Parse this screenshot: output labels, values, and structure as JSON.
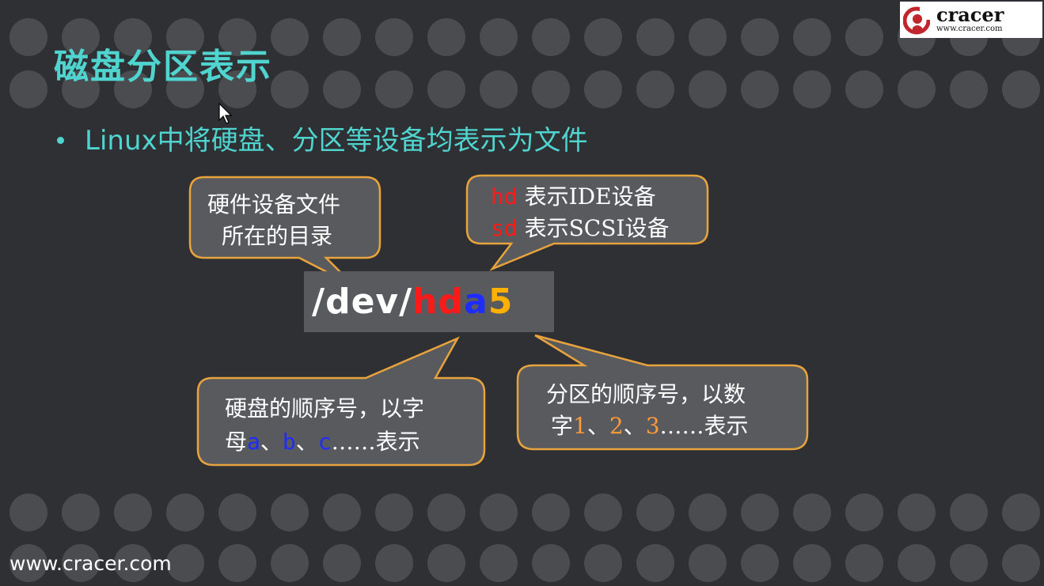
{
  "slide": {
    "title": "磁盘分区表示",
    "bullet": "Linux中将硬盘、分区等设备均表示为文件",
    "footer_url": "www.cracer.com"
  },
  "logo": {
    "name": "cracer",
    "url": "www.cracer.com"
  },
  "device_path": {
    "prefix": "/dev/",
    "type": "hd",
    "disk": "a",
    "partition": "5"
  },
  "callouts": {
    "directory": {
      "line1": "硬件设备文件",
      "line2": "所在的目录"
    },
    "device_type": {
      "hd_code": "hd",
      "hd_text": "表示IDE设备",
      "sd_code": "sd",
      "sd_text": "表示SCSI设备"
    },
    "disk_order": {
      "line1": "硬盘的顺序号，以字",
      "line2_pre": "母",
      "a": "a",
      "sep1": "、",
      "b": "b",
      "sep2": "、",
      "c": "c",
      "line2_post": "……表示"
    },
    "partition_order": {
      "line1": "分区的顺序号，以数",
      "line2_pre": "字",
      "n1": "1",
      "sep1": "、",
      "n2": "2",
      "sep2": "、",
      "n3": "3",
      "line2_post": "……表示"
    }
  },
  "colors": {
    "background": "#2f3034",
    "dot": "#4b4c50",
    "accent": "#4fd4cf",
    "callout_fill": "#595a5e",
    "callout_border": "#e8a33c",
    "red": "#ff1a1a",
    "blue": "#1f2cff",
    "orange": "#ffb000",
    "number_orange": "#ff9a3c"
  }
}
